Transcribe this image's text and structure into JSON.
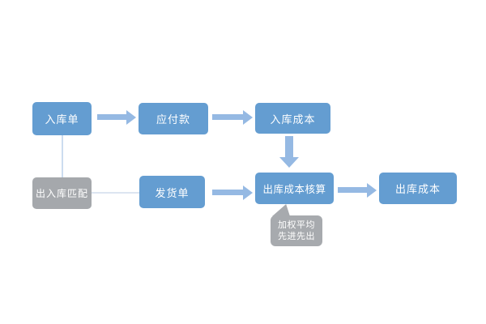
{
  "diagram": {
    "type": "flowchart",
    "nodes": [
      {
        "id": "inbound-order",
        "label": "入库单",
        "style": "blue"
      },
      {
        "id": "accounts-payable",
        "label": "应付款",
        "style": "blue"
      },
      {
        "id": "inbound-cost",
        "label": "入库成本",
        "style": "blue"
      },
      {
        "id": "inout-matching",
        "label": "出入库匹配",
        "style": "gray"
      },
      {
        "id": "delivery-order",
        "label": "发货单",
        "style": "blue"
      },
      {
        "id": "outbound-cost-accounting",
        "label": "出库成本核算",
        "style": "blue"
      },
      {
        "id": "outbound-cost",
        "label": "出库成本",
        "style": "blue"
      }
    ],
    "edges": [
      {
        "from": "inbound-order",
        "to": "accounts-payable",
        "kind": "block-arrow"
      },
      {
        "from": "accounts-payable",
        "to": "inbound-cost",
        "kind": "block-arrow"
      },
      {
        "from": "inbound-cost",
        "to": "outbound-cost-accounting",
        "kind": "block-arrow"
      },
      {
        "from": "delivery-order",
        "to": "outbound-cost-accounting",
        "kind": "block-arrow"
      },
      {
        "from": "outbound-cost-accounting",
        "to": "outbound-cost",
        "kind": "block-arrow"
      },
      {
        "from": "inbound-order",
        "to": "inout-matching",
        "kind": "thin-line"
      },
      {
        "from": "inout-matching",
        "to": "delivery-order",
        "kind": "thin-line"
      }
    ],
    "callout": {
      "attached_to": "outbound-cost-accounting",
      "lines": [
        "加权平均",
        "先进先出"
      ]
    },
    "colors": {
      "box_blue": "#649dd1",
      "arrow_blue": "#95b9e3",
      "box_gray": "#a5a8ac",
      "callout_gray": "#a7aaae",
      "connector_line": "#ccdcef",
      "text": "#ffffff",
      "background": "#ffffff"
    }
  }
}
